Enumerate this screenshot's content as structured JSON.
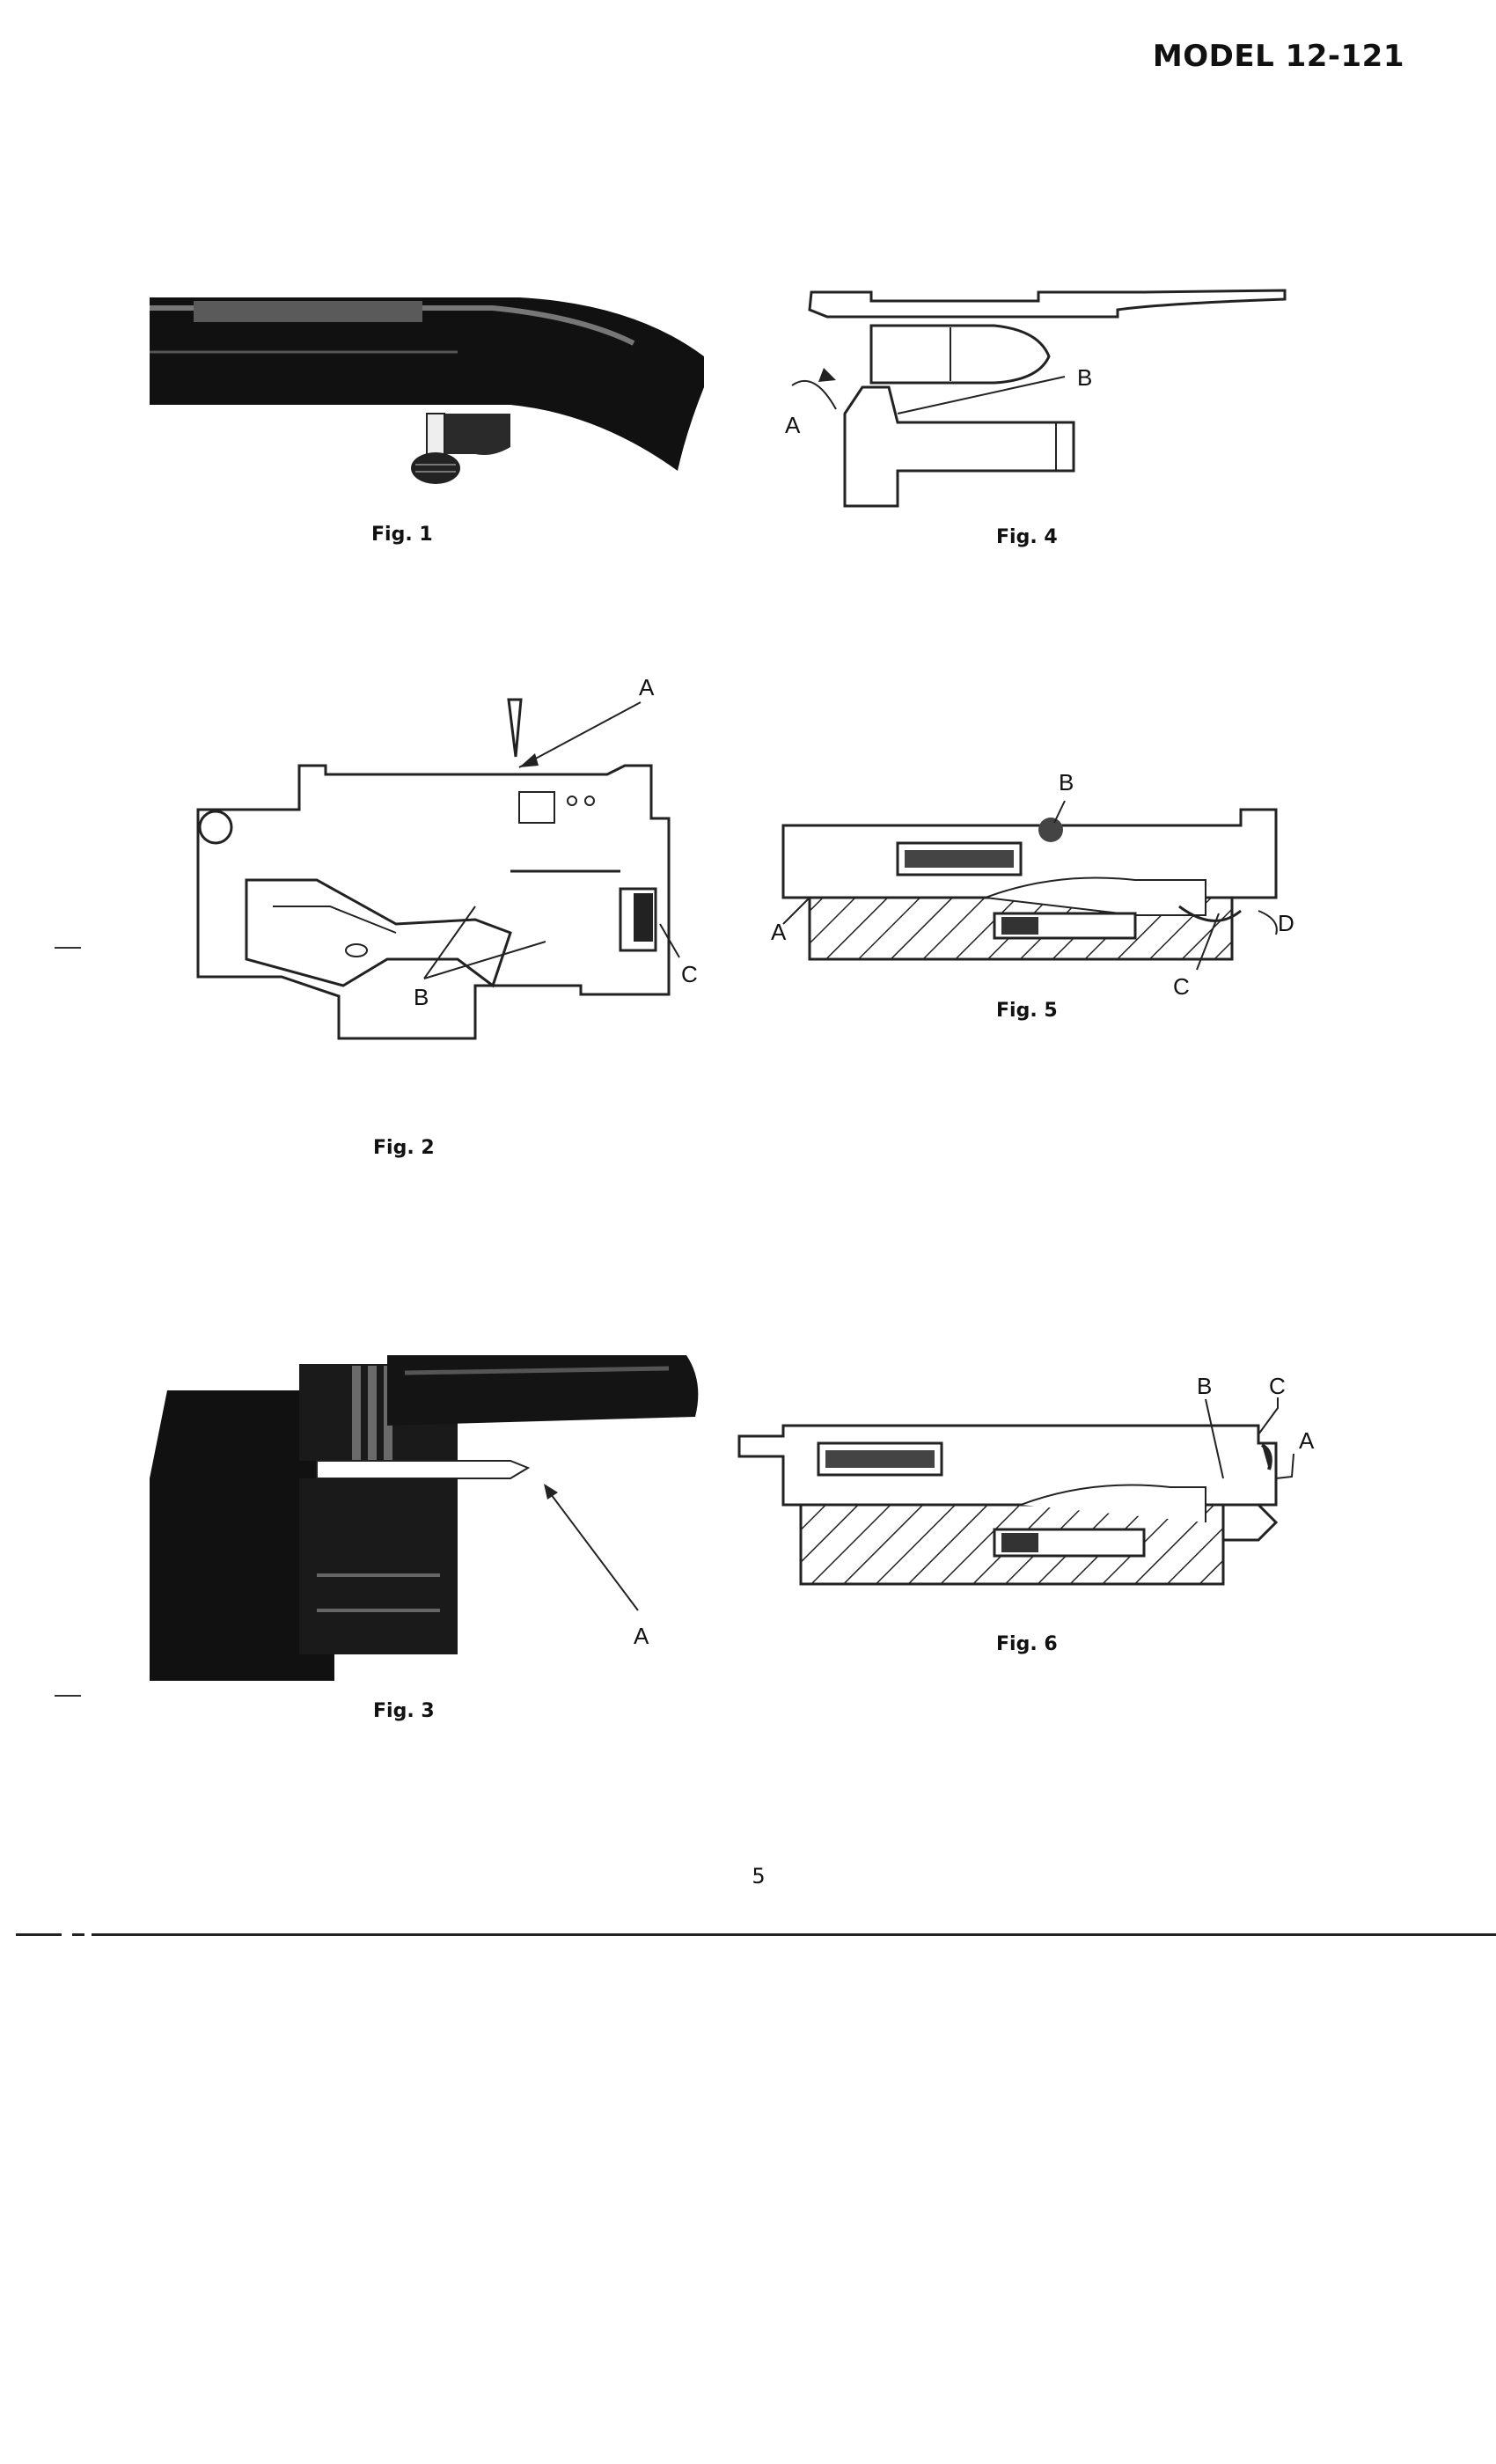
{
  "header": {
    "model": "MODEL 12-121"
  },
  "figures": [
    {
      "id": "fig1",
      "caption": "Fig. 1",
      "callouts": []
    },
    {
      "id": "fig2",
      "caption": "Fig. 2",
      "callouts": [
        "A",
        "B",
        "C"
      ]
    },
    {
      "id": "fig3",
      "caption": "Fig. 3",
      "callouts": [
        "A"
      ]
    },
    {
      "id": "fig4",
      "caption": "Fig. 4",
      "callouts": [
        "A",
        "B"
      ]
    },
    {
      "id": "fig5",
      "caption": "Fig. 5",
      "callouts": [
        "A",
        "B",
        "C",
        "D"
      ]
    },
    {
      "id": "fig6",
      "caption": "Fig. 6",
      "callouts": [
        "A",
        "B",
        "C"
      ]
    }
  ],
  "footer": {
    "page_number": "5"
  }
}
